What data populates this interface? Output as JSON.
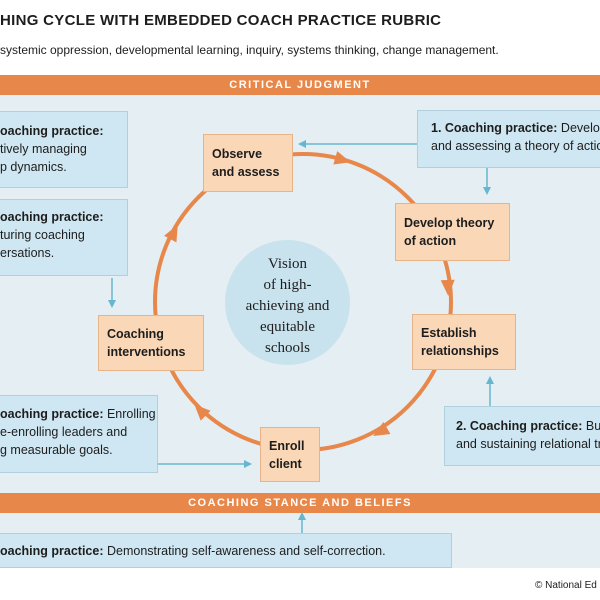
{
  "title": "HING CYCLE WITH EMBEDDED COACH PRACTICE RUBRIC",
  "subtitle": "systemic oppression, developmental learning, inquiry, systems thinking, change management.",
  "bands": {
    "top": "CRITICAL JUDGMENT",
    "bottom": "COACHING STANCE AND BELIEFS"
  },
  "center": {
    "lines": [
      "Vision",
      "of high-",
      "achieving and",
      "equitable",
      "schools"
    ]
  },
  "stages": {
    "observe": [
      "Observe",
      "and assess"
    ],
    "theory": [
      "Develop theory",
      "of action"
    ],
    "relationships": [
      "Establish",
      "relationships"
    ],
    "enroll": [
      "Enroll",
      "client"
    ],
    "interventions": [
      "Coaching",
      "interventions"
    ]
  },
  "practices": {
    "top_left": {
      "bold": "oaching practice:",
      "lines": [
        "tively managing",
        "p dynamics."
      ]
    },
    "mid_left": {
      "bold": "oaching practice:",
      "lines": [
        "turing coaching",
        "ersations."
      ]
    },
    "low_left": {
      "bold": "oaching practice:",
      "rest": " Enrolling",
      "lines": [
        "e-enrolling leaders and",
        "g measurable goals."
      ]
    },
    "top_right": {
      "bold": "1. Coaching practice:",
      "rest": " Develop",
      "lines": [
        "and assessing a theory of action"
      ]
    },
    "mid_right": {
      "bold": "2. Coaching practice:",
      "rest": " Buil",
      "lines": [
        "and sustaining relational tr"
      ]
    },
    "bottom": {
      "bold": "oaching practice:",
      "rest": " Demonstrating self-awareness and self-correction."
    }
  },
  "credit": "© National Ed",
  "colors": {
    "band": "#e8874a",
    "arc": "#e8874a",
    "panel": "#e4eef3",
    "blue_box": "#cfe7f2",
    "stage_box": "#f9d7b7",
    "connector": "#66b6cf"
  }
}
